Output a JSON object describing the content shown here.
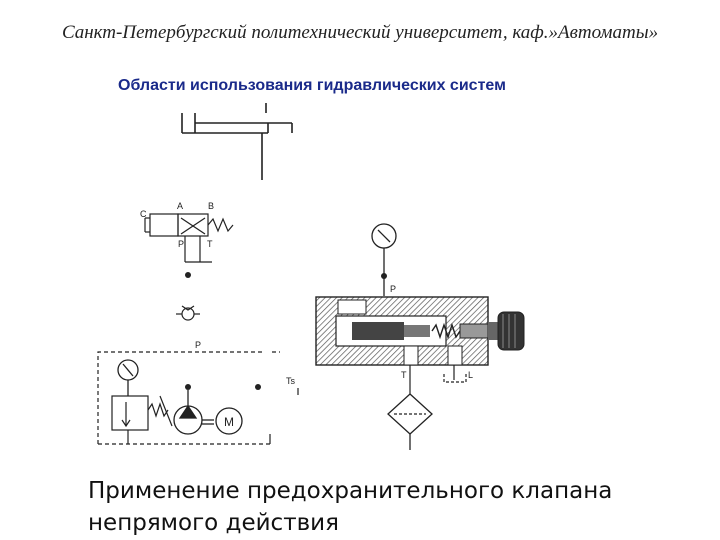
{
  "header": {
    "text": "Санкт-Петербургский политехнический университет, каф.»Автоматы»"
  },
  "title": {
    "text": "Области использования гидравлических систем"
  },
  "caption": {
    "line1": "Применение предохранительного клапана",
    "line2": "непрямого действия"
  },
  "labels": {
    "valve_a": "A",
    "valve_b": "B",
    "valve_p": "P",
    "valve_t": "T",
    "valve_c": "C",
    "circuit_p": "P",
    "circuit_ts": "Ts",
    "motor_m": "M",
    "section_p": "P",
    "section_t": "T",
    "section_l": "L"
  },
  "colors": {
    "line": "#222222",
    "section_hatch": "#555555",
    "title_color": "#1a2a8a"
  }
}
